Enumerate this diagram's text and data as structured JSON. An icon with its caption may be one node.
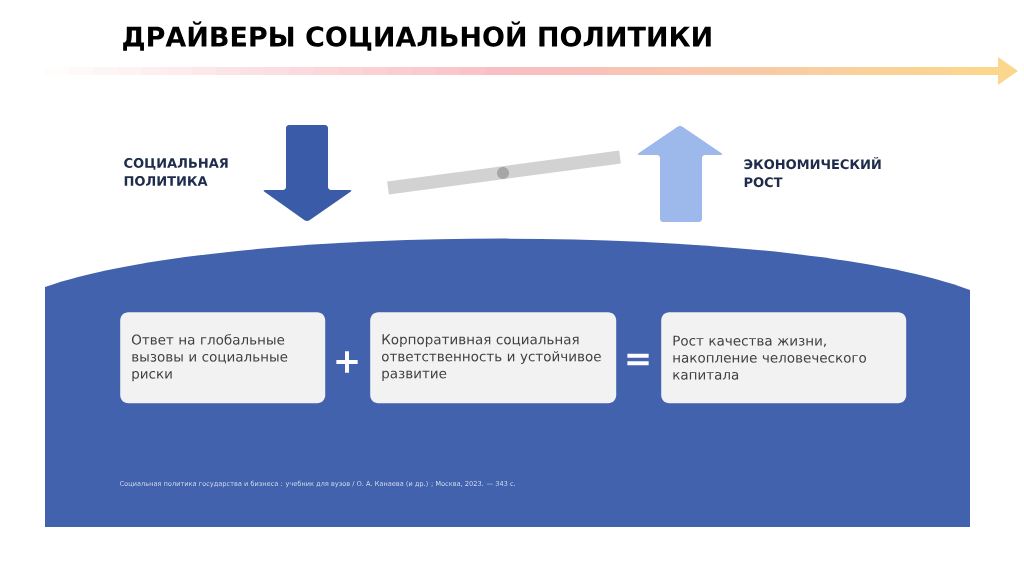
{
  "diagram": {
    "title": "ДРАЙВЕРЫ СОЦИАЛЬНОЙ ПОЛИТИКИ",
    "nodes": [
      {
        "text": [
          "Ответ на глобальные вызовы и социальные риски"
        ]
      },
      {
        "text": [
          "Корпоративная социальная ответственность и устойчивое развитие"
        ]
      },
      {
        "text": [
          "Рост качества жизни, накопление человеческого капитала"
        ]
      }
    ],
    "labels": [
      "СОЦИАЛЬНАЯ ПОЛИТИКА",
      "ЭКОНОМИЧЕСКИЙ РОСТ",
      "+",
      "=",
      "Социальная политика государства и бизнеса : учебник для вузов / О. А. Канаева (и др.) ; Москва, 2023. — 343 с."
    ]
  }
}
